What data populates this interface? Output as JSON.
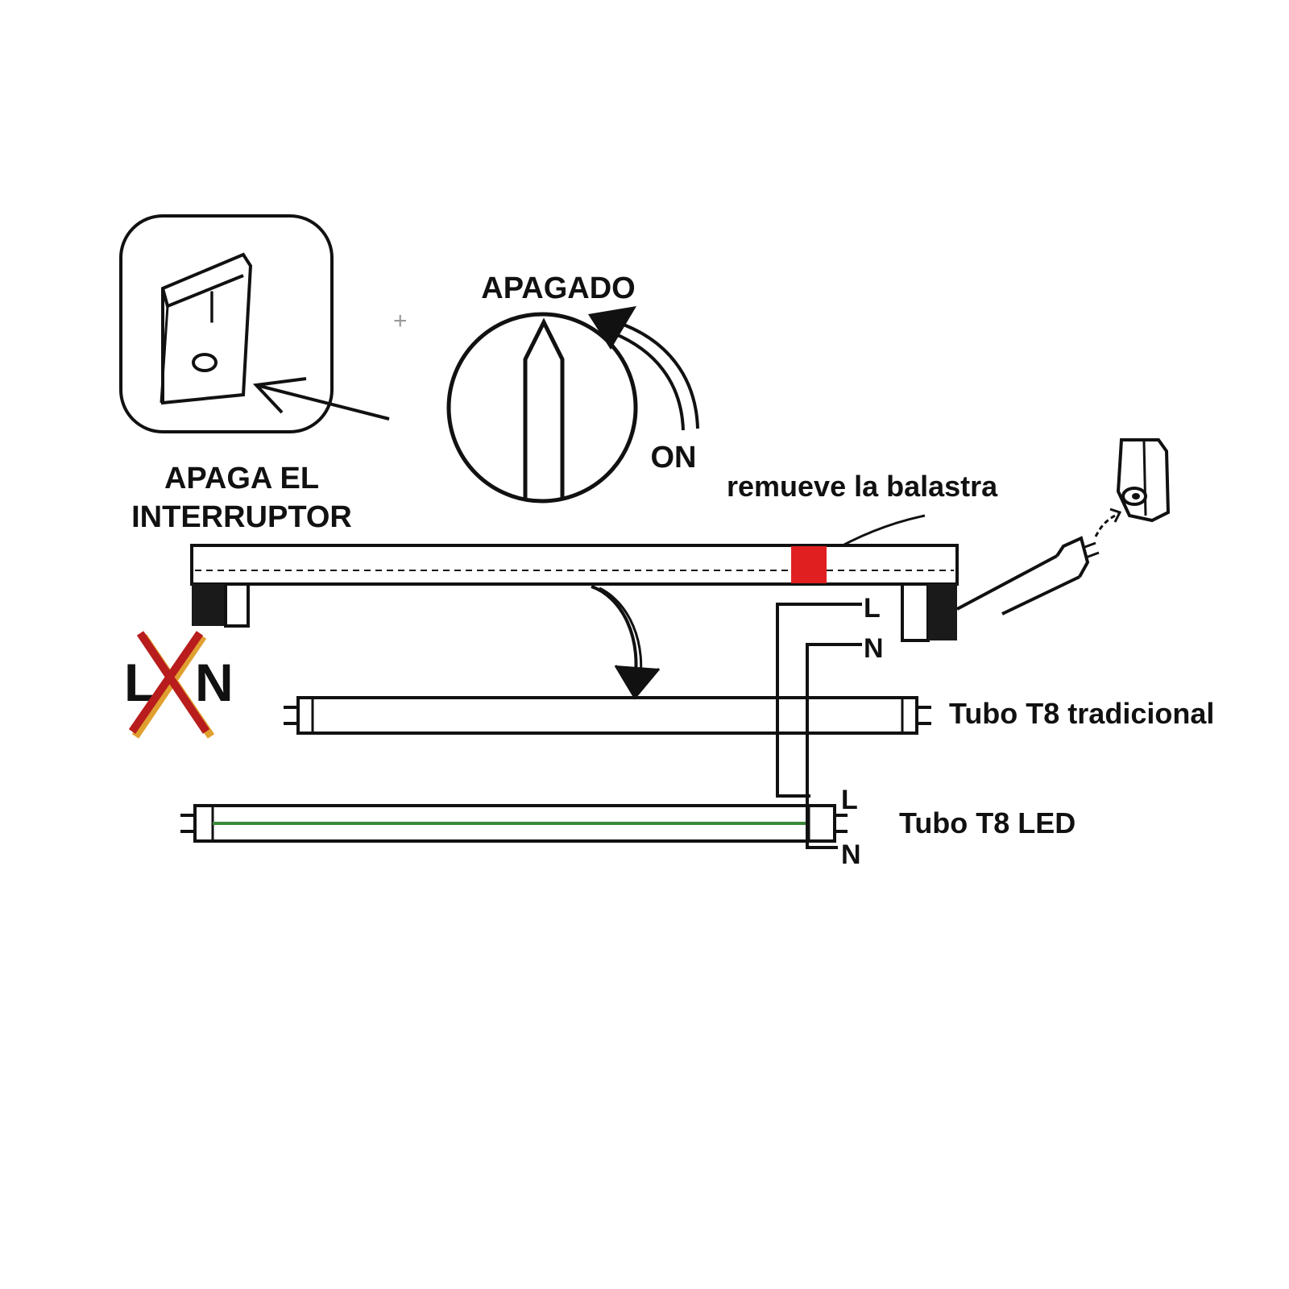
{
  "switch_caption": {
    "line1": "APAGA EL",
    "line2": "INTERRUPTOR"
  },
  "switch_marks": {
    "on": "|",
    "off": "O"
  },
  "dial": {
    "off_label": "APAGADO",
    "on_label": "ON"
  },
  "ballast": {
    "label": "remueve la balastra",
    "highlight_color": "#e02020"
  },
  "ln_logo": {
    "left": "L",
    "right": "N",
    "cross_colors": [
      "#b81c1c",
      "#e0a030"
    ]
  },
  "wires": {
    "live": "L",
    "neutral": "N"
  },
  "tubes": {
    "traditional": "Tubo T8 tradicional",
    "led": "Tubo T8 LED",
    "led_color": "#3a8a3a"
  }
}
